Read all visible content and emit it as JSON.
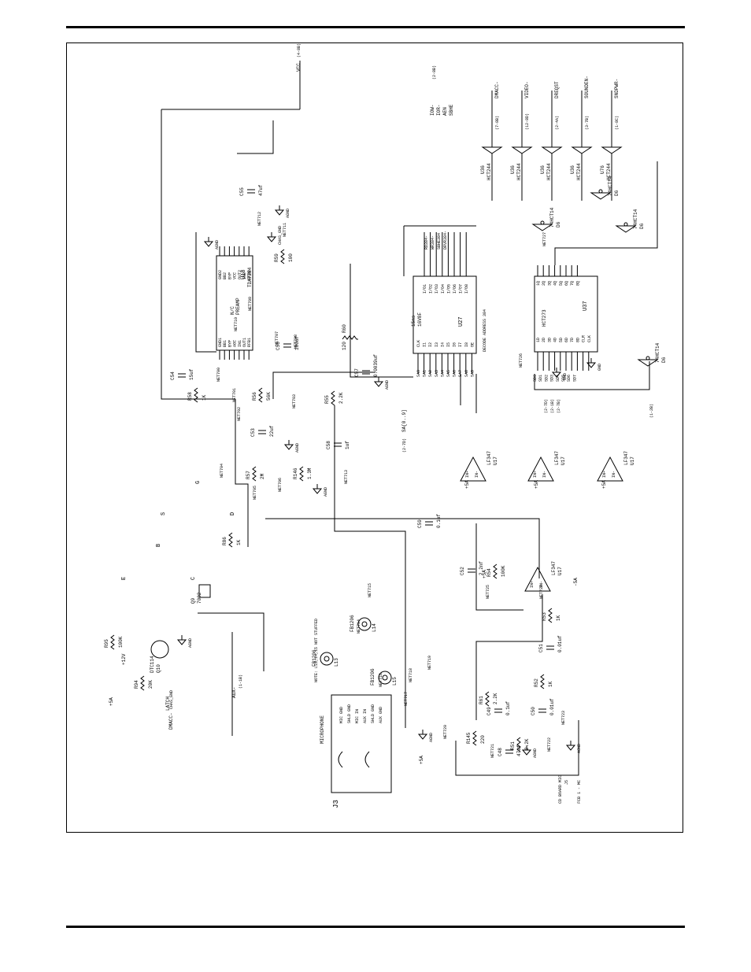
{
  "sheet": {
    "border_color": "#000000",
    "orientation": "rotated-90-ccw"
  },
  "rotated": {
    "u18": {
      "ref": "U18",
      "part": "TDA7284",
      "pins_left": [
        "GND1",
        "BB1",
        "BYP",
        "AGC",
        "IN1",
        "OUT1",
        "RFB1"
      ],
      "pins_right": [
        "GND2",
        "BB2",
        "BYP",
        "VCC",
        "OUT2",
        "IN2",
        "RFB2"
      ],
      "nc": "N/C",
      "preamp": "PREAMP"
    },
    "u27": {
      "ref": "U27",
      "part": "16V8F",
      "speed": "15ns",
      "pins_in": [
        "CLK",
        "I1",
        "I2",
        "I3",
        "I4",
        "I5",
        "I6",
        "I7",
        "I8",
        "OE"
      ],
      "pins_out": [
        "I/O1",
        "I/O2",
        "I/O3",
        "I/O4",
        "I/O5",
        "I/O6",
        "I/O7",
        "I/O8"
      ],
      "label": "DECODE ADDRESS 384"
    },
    "u37": {
      "ref": "U37",
      "part": "HCT273",
      "pins_in": [
        "1D",
        "2D",
        "3D",
        "4D",
        "5D",
        "6D",
        "7D",
        "8D",
        "CLR",
        "CLK"
      ],
      "pins_out": [
        "1Q",
        "2Q",
        "3Q",
        "4Q",
        "5Q",
        "6Q",
        "7Q",
        "8Q"
      ]
    },
    "buffers": [
      {
        "ref": "U36",
        "part": "HCT244",
        "net": "DMACC-",
        "sheet": "(7-8B)"
      },
      {
        "ref": "U36",
        "part": "HCT244",
        "net": "VIDEO-",
        "sheet": "(12-8D)"
      },
      {
        "ref": "U36",
        "part": "HCT244",
        "net": "DREQST",
        "sheet": "(2-4A)"
      },
      {
        "ref": "U36",
        "part": "HCT244",
        "net": "SOUNDEN-",
        "sheet": "(3-7B)"
      },
      {
        "ref": "U76",
        "part": "HCT244",
        "net": "SNDPWR-",
        "sheet": "(1-8C)"
      }
    ],
    "inverters": [
      {
        "ref": "D6",
        "part": "74HCT14"
      },
      {
        "ref": "D6",
        "part": "74HCT14"
      },
      {
        "ref": "D6",
        "part": "74HCT14"
      },
      {
        "ref": "D6",
        "part": "74HCT14"
      }
    ],
    "opamps": [
      {
        "ref": "U17",
        "part": "LF347",
        "pins": [
          "IN+",
          "IN-"
        ]
      },
      {
        "ref": "U17",
        "part": "LF347",
        "pins": [
          "IN+",
          "IN-"
        ]
      },
      {
        "ref": "U17",
        "part": "LF347",
        "pins": [
          "IN+",
          "IN-"
        ]
      },
      {
        "ref": "U17",
        "part": "LF347",
        "pins": [
          "IN+",
          "IN-"
        ]
      }
    ],
    "transistors": [
      {
        "ref": "Q9",
        "part": "7002",
        "pins": [
          "S",
          "G",
          "D"
        ]
      },
      {
        "ref": "Q10",
        "part": "DTC114",
        "pins": [
          "E",
          "B",
          "C"
        ]
      }
    ],
    "resistors": [
      {
        "ref": "R58",
        "value": "1K"
      },
      {
        "ref": "R56",
        "value": "56K"
      },
      {
        "ref": "R60",
        "value": "120"
      },
      {
        "ref": "R59",
        "value": "100"
      },
      {
        "ref": "R55",
        "value": "2.2K"
      },
      {
        "ref": "R57",
        "value": "2M"
      },
      {
        "ref": "R146",
        "value": "1.3M"
      },
      {
        "ref": "R86",
        "value": "1K"
      },
      {
        "ref": "R95",
        "value": "100K"
      },
      {
        "ref": "R94",
        "value": "20K"
      },
      {
        "ref": "R54",
        "value": "100K"
      },
      {
        "ref": "R53",
        "value": "1K"
      },
      {
        "ref": "R52",
        "value": "1K"
      },
      {
        "ref": "R61",
        "value": "2.2K"
      },
      {
        "ref": "R51",
        "value": "2.2K"
      },
      {
        "ref": "R145",
        "value": "220"
      }
    ],
    "capacitors": [
      {
        "ref": "C54",
        "value": "15uf"
      },
      {
        "ref": "C56",
        "value": "100uf"
      },
      {
        "ref": "C57",
        "value": "0.0039uf"
      },
      {
        "ref": "C55",
        "value": "47uf"
      },
      {
        "ref": "C53",
        "value": "22uf"
      },
      {
        "ref": "C58",
        "value": "1uf"
      },
      {
        "ref": "C59",
        "value": "0.1uf"
      },
      {
        "ref": "C52",
        "value": "2.2nf"
      },
      {
        "ref": "C51",
        "value": "0.01uf"
      },
      {
        "ref": "C50",
        "value": "0.01uf"
      },
      {
        "ref": "C49",
        "value": "0.1uf"
      },
      {
        "ref": "C48",
        "value": "47uf"
      }
    ],
    "ferrites": [
      {
        "ref": "L13",
        "part": "FB1206"
      },
      {
        "ref": "L14",
        "part": "FB1206"
      },
      {
        "ref": "L15",
        "part": "FB1206"
      }
    ],
    "connector": {
      "ref": "J3",
      "label": "MICROPHONE",
      "pins": [
        "MIC GND",
        "SHLD GND",
        "MIC IN",
        "AUX IN",
        "SHLD GND",
        "AUX GND"
      ]
    },
    "nets": [
      "NET700",
      "NET701",
      "NET702",
      "NET703",
      "NET704",
      "NET705",
      "NET706",
      "NET707",
      "NET708",
      "NET709",
      "NET710",
      "NET711",
      "NET712",
      "NET713",
      "NET714",
      "NET715",
      "NET716",
      "NET717",
      "NET718",
      "NET719",
      "NET720",
      "NET721",
      "NET722",
      "NET723",
      "NET724",
      "NET725",
      "NET726",
      "NET727"
    ],
    "signals": {
      "vcc": "VCC",
      "vcc_sheet": "(4-8B)",
      "aux": "AUX-",
      "aux_sheet": "(1-1B)",
      "v12": "+12V",
      "v5": "+5A",
      "vm5": "-5A",
      "agnd": "AGND",
      "gnd": "GND",
      "chas_gnd": "CHAS_GND",
      "dmacc": "DMACC-",
      "latch": "LATCH",
      "sa0": [
        "SA0",
        "SA1",
        "SA2",
        "SA3",
        "SA4",
        "SA5",
        "SA6",
        "SA7",
        "SA8",
        "SA9"
      ],
      "sd0": [
        "SD0",
        "SD1",
        "SD2",
        "SD3",
        "SD4",
        "SD5",
        "SD6",
        "SD7"
      ],
      "iow": "IOW-",
      "ior": "IOR-",
      "aen": "AEN",
      "sbhe": "SBHE",
      "sd_sheet": "(2-7D)",
      "isa_sheet": "(2-8B)",
      "sa_ref": "SA[0..9]",
      "u27_outputs": [
        "RD384-",
        "WR384-",
        "SBHE384",
        "DRVR384-"
      ],
      "note": "NOTE: L13,14,15 NOT STUFFED",
      "cd_board": "CD BOARD MIC",
      "fcb": "FCB 1 - MC",
      "j5": "J5",
      "sheet_left": [
        "(2-7D)",
        "(2-1B)",
        "(2-7B)"
      ],
      "cd": "(1-2B)"
    }
  }
}
